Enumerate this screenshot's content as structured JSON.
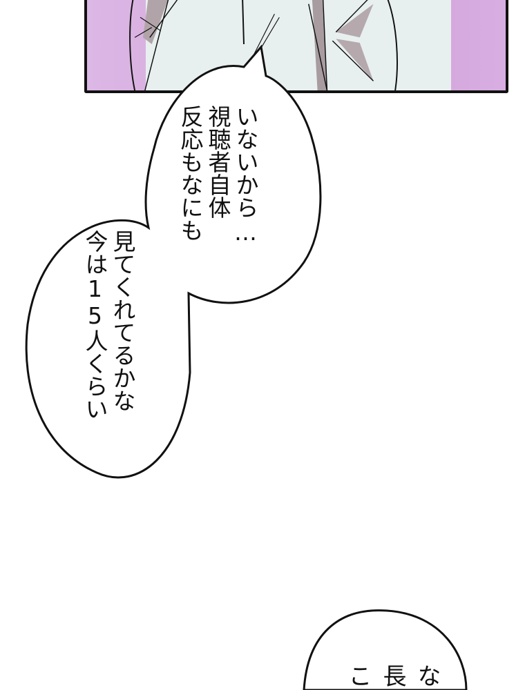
{
  "panel": {
    "type": "manga-panel-fragment",
    "description": "Close-up of white shirt fabric with purple background",
    "colors": {
      "background_purple": "#d9b2e2",
      "shirt": "#e8f0ef",
      "shadow": "#9e9296",
      "border": "#111111"
    }
  },
  "bubble_top": {
    "lines": [
      "反応もなにも",
      "視聴者自体",
      "いないから…"
    ]
  },
  "bubble_middle": {
    "lines": [
      "今は15人くらい",
      "見てくれてるかな"
    ]
  },
  "bubble_bottom": {
    "lines": [
      "こ",
      "長",
      "な"
    ]
  }
}
